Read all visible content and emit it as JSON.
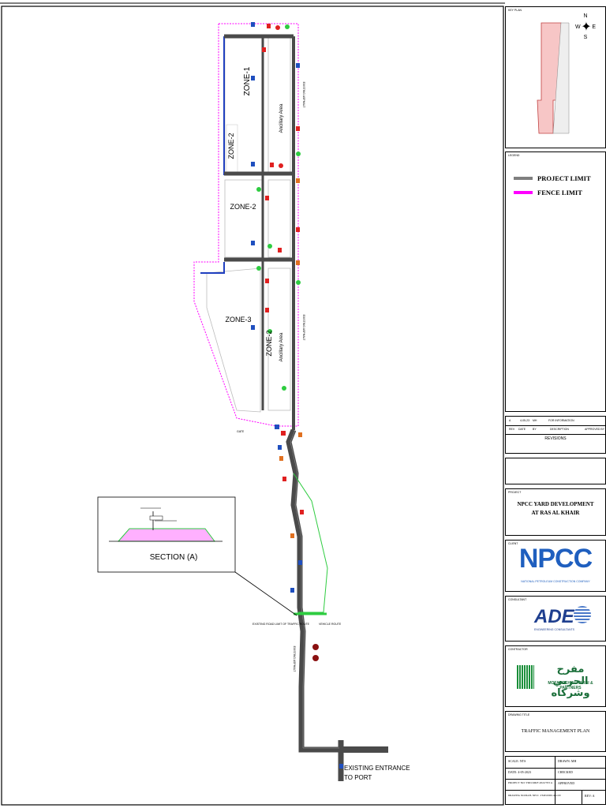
{
  "drawing": {
    "zones": {
      "zone1": "ZONE-1",
      "zone2_top": "ZONE-2",
      "zone2_mid": "ZONE-2",
      "zone3": "ZONE-3",
      "zone2_bottom": "ZONE-2"
    },
    "ancillary_top": "Ancillary Area",
    "ancillary_bottom": "Ancillary Area",
    "road_labels": {
      "existing_asphalt_top": "EXISTING ASPHALT",
      "existing_asphalt_mid": "EXISTING ASPHALT",
      "existing_asphalt_bottom": "EXISTING ASPHALT"
    },
    "section_title": "SECTION (A)",
    "entrance_line1": "EXISTING ENTRANCE",
    "entrance_line2": "TO PORT",
    "gate_note_left": "EXISTING ROAD LIMIT OF TRAFFIC ROUTE",
    "gate_note_right": "VEHICLE ROUTE",
    "gate_small": "GATE"
  },
  "titleblock": {
    "keyplan_label": "KEY PLAN",
    "compass": {
      "n": "N",
      "s": "S",
      "e": "E",
      "w": "W"
    },
    "legend_label": "LEGEND",
    "legend": [
      {
        "label": "PROJECT LIMIT",
        "color": "#7f7f7f"
      },
      {
        "label": "FENCE  LIMIT",
        "color": "#ff00ff"
      }
    ],
    "revisions": {
      "row": {
        "rev": "A",
        "date": "4-05-23",
        "by": "MH",
        "desc": "FOR INFORMATION",
        "appr": ""
      },
      "headers": {
        "rev": "REV",
        "date": "DATE",
        "by": "BY",
        "desc": "DESCRIPTION",
        "appr": "APPROVED BY"
      },
      "title": "REVISIONS"
    },
    "project_label": "PROJECT",
    "project_line1": "NPCC YARD DEVELOPMENT",
    "project_line2": "AT RAS AL KHAIR",
    "client_label": "CLIENT",
    "client_logo": "NPCC",
    "client_sub": "NATIONAL PETROLEUM CONSTRUCTION COMPANY",
    "consultant_label": "CONSULTANT",
    "consultant_logo": "ADEC",
    "consultant_sub": "ENGINEERING CONSULTANTS",
    "contractor_label": "CONTRACTOR",
    "contractor_arabic": "مفرح الحربي وشركاه",
    "contractor_english": "MOFARREH ALHARBI & PARTNERS",
    "drawing_title_label": "DRAWING TITLE",
    "drawing_title": "TRAFFIC MANAGEMENT PLAN",
    "info": {
      "scale": "SCALE: NTS",
      "drawn": "DRAWN: MH",
      "date": "DATE: 4-05-2023",
      "checked": "CHECKED",
      "project_no": "PROJECT NO: YRD-MKF-2022/703 A",
      "approved": "APPROVED",
      "drawing_no": "DRAWING NO/MAH- NPCC -TMP-00001-Rev.00",
      "rev": "REV: A"
    }
  }
}
